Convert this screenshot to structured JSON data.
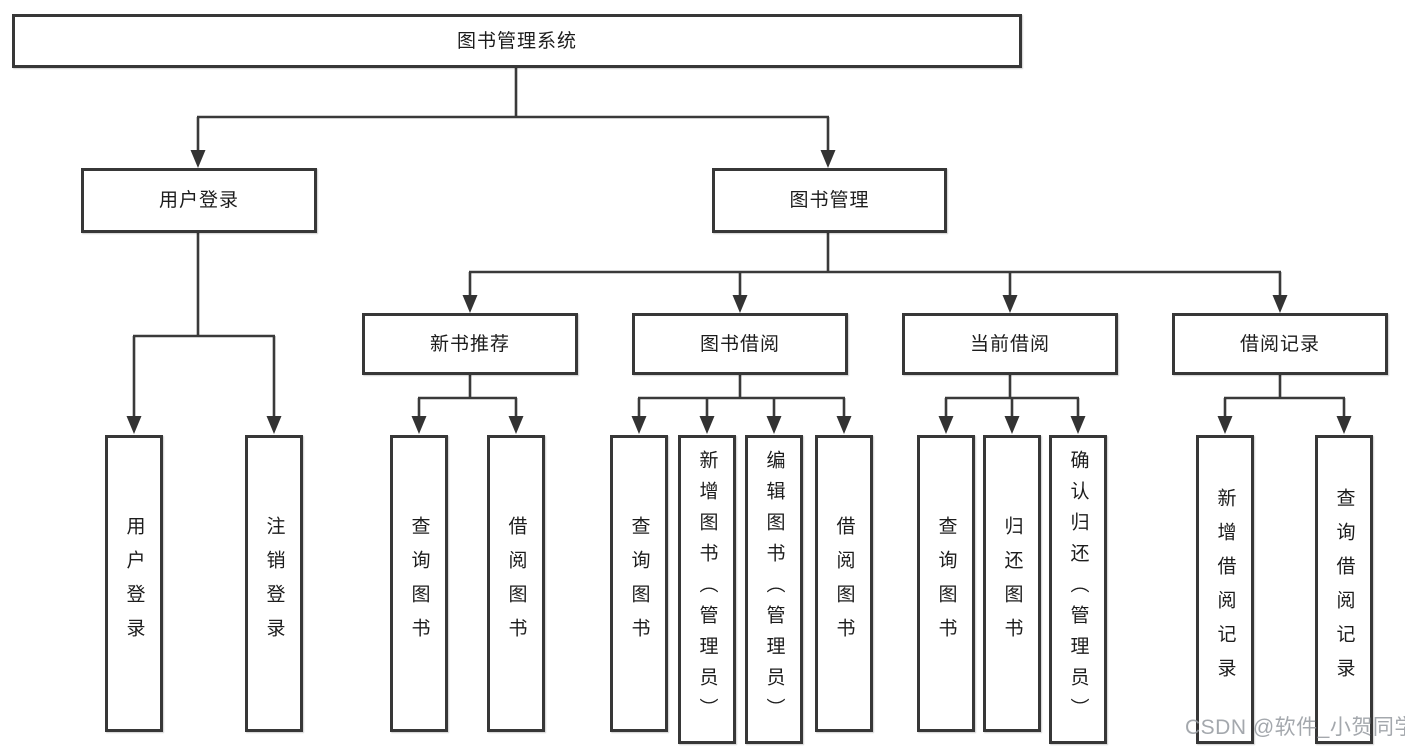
{
  "diagram": {
    "title_hint": "library management system feature tree",
    "root": {
      "label": "图书管理系统"
    },
    "branches": [
      {
        "label": "用户登录",
        "children": [
          {
            "label": "用户登录"
          },
          {
            "label": "注销登录"
          }
        ]
      },
      {
        "label": "图书管理",
        "children": [
          {
            "label": "新书推荐",
            "children": [
              {
                "label": "查询图书"
              },
              {
                "label": "借阅图书"
              }
            ]
          },
          {
            "label": "图书借阅",
            "children": [
              {
                "label": "查询图书"
              },
              {
                "label": "新增图书（管理员）"
              },
              {
                "label": "编辑图书（管理员）"
              },
              {
                "label": "借阅图书"
              }
            ]
          },
          {
            "label": "当前借阅",
            "children": [
              {
                "label": "查询图书"
              },
              {
                "label": "归还图书"
              },
              {
                "label": "确认归还（管理员）"
              }
            ]
          },
          {
            "label": "借阅记录",
            "children": [
              {
                "label": "新增借阅记录"
              },
              {
                "label": "查询借阅记录"
              }
            ]
          }
        ]
      }
    ]
  },
  "watermark": {
    "text": "CSDN @软件_小贺同学"
  },
  "colors": {
    "line": "#3a3a3a",
    "box_border": "#373737",
    "text": "#1c1c1c",
    "watermark": "#94999f",
    "background": "#ffffff"
  }
}
